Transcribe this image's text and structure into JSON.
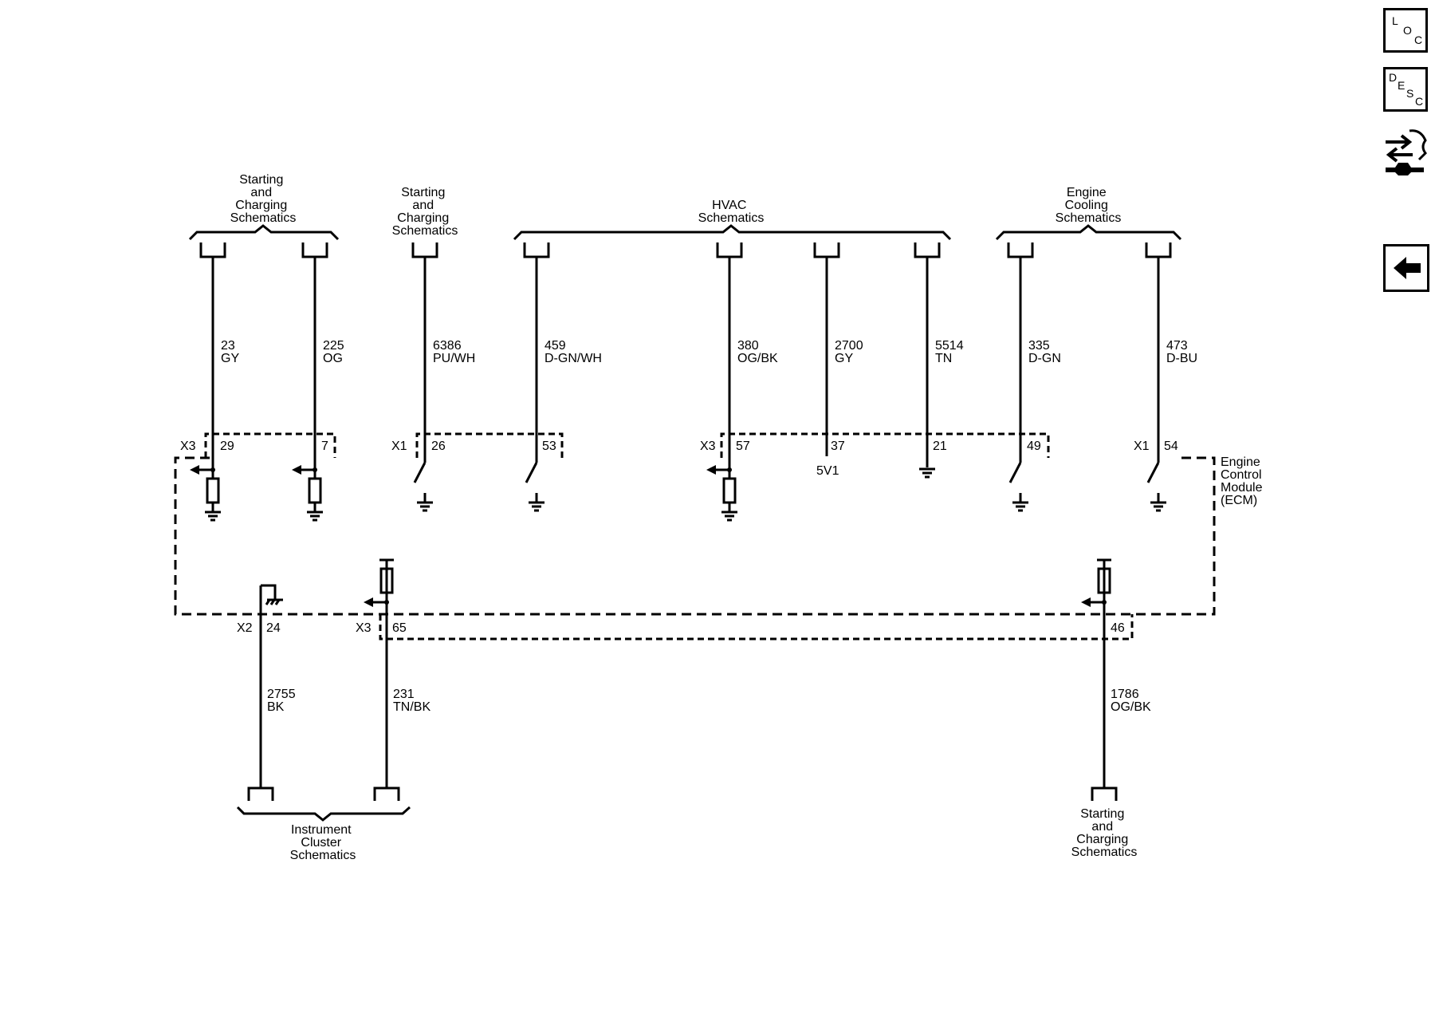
{
  "sidebar": {
    "loc": {
      "l1": "L",
      "l2": "O",
      "l3": "C"
    },
    "desc": {
      "l1": "D",
      "l2": "E",
      "l3": "S",
      "l4": "C"
    }
  },
  "groups": {
    "sc1": [
      "Starting",
      "and",
      "Charging",
      "Schematics"
    ],
    "sc2": [
      "Starting",
      "and",
      "Charging",
      "Schematics"
    ],
    "hvac": [
      "HVAC",
      "Schematics"
    ],
    "ecs": [
      "Engine",
      "Cooling",
      "Schematics"
    ],
    "ic": [
      "Instrument",
      "Cluster",
      "Schematics"
    ],
    "sc3": [
      "Starting",
      "and",
      "Charging",
      "Schematics"
    ]
  },
  "wires": [
    {
      "circuit": "23",
      "color": "GY"
    },
    {
      "circuit": "225",
      "color": "OG"
    },
    {
      "circuit": "6386",
      "color": "PU/WH"
    },
    {
      "circuit": "459",
      "color": "D-GN/WH"
    },
    {
      "circuit": "380",
      "color": "OG/BK"
    },
    {
      "circuit": "2700",
      "color": "GY"
    },
    {
      "circuit": "5514",
      "color": "TN"
    },
    {
      "circuit": "335",
      "color": "D-GN"
    },
    {
      "circuit": "473",
      "color": "D-BU"
    },
    {
      "circuit": "2755",
      "color": "BK"
    },
    {
      "circuit": "231",
      "color": "TN/BK"
    },
    {
      "circuit": "1786",
      "color": "OG/BK"
    }
  ],
  "connectors": {
    "x3a": "X3",
    "x1a": "X1",
    "x3b": "X3",
    "x1b": "X1",
    "x2c": "X2",
    "x3c": "X3"
  },
  "pins": [
    "29",
    "7",
    "26",
    "53",
    "57",
    "37",
    "21",
    "49",
    "54",
    "24",
    "65",
    "46"
  ],
  "ref_5v": "5V1",
  "module": [
    "Engine",
    "Control",
    "Module",
    "(ECM)"
  ]
}
